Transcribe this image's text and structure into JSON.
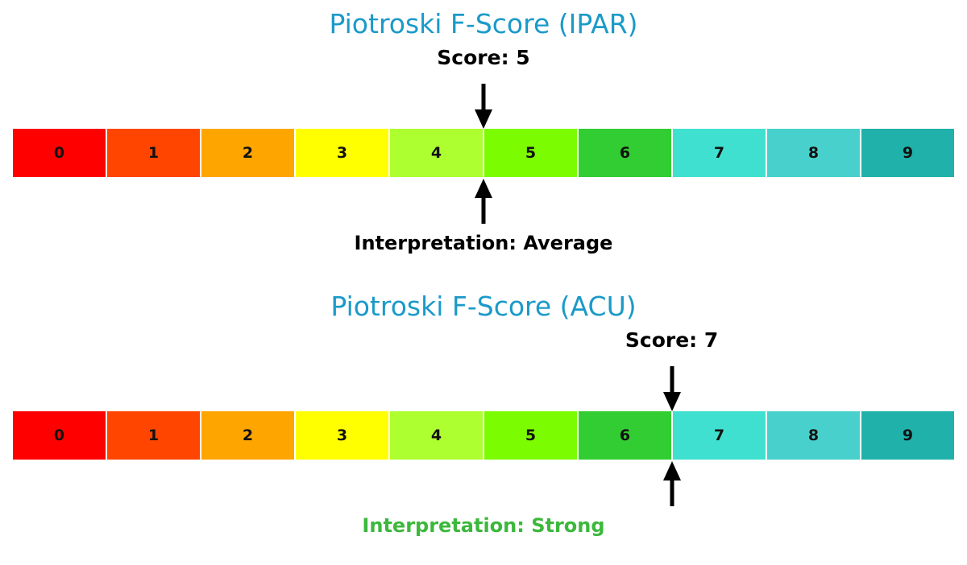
{
  "chart_data": [
    {
      "type": "gauge",
      "title": "Piotroski F-Score (IPAR)",
      "score_label": "Score: 5",
      "score": 5,
      "categories": [
        "0",
        "1",
        "2",
        "3",
        "4",
        "5",
        "6",
        "7",
        "8",
        "9"
      ],
      "segment_colors": [
        "#ff0000",
        "#ff4500",
        "#ffa500",
        "#ffff00",
        "#adff2f",
        "#7cfc00",
        "#32cd32",
        "#40e0d0",
        "#48d1cc",
        "#20b2aa"
      ],
      "interpretation": "Interpretation: Average",
      "interpretation_color": "#000000"
    },
    {
      "type": "gauge",
      "title": "Piotroski F-Score (ACU)",
      "score_label": "Score: 7",
      "score": 7,
      "categories": [
        "0",
        "1",
        "2",
        "3",
        "4",
        "5",
        "6",
        "7",
        "8",
        "9"
      ],
      "segment_colors": [
        "#ff0000",
        "#ff4500",
        "#ffa500",
        "#ffff00",
        "#adff2f",
        "#7cfc00",
        "#32cd32",
        "#40e0d0",
        "#48d1cc",
        "#20b2aa"
      ],
      "interpretation": "Interpretation: Strong",
      "interpretation_color": "#3cb83c"
    }
  ]
}
